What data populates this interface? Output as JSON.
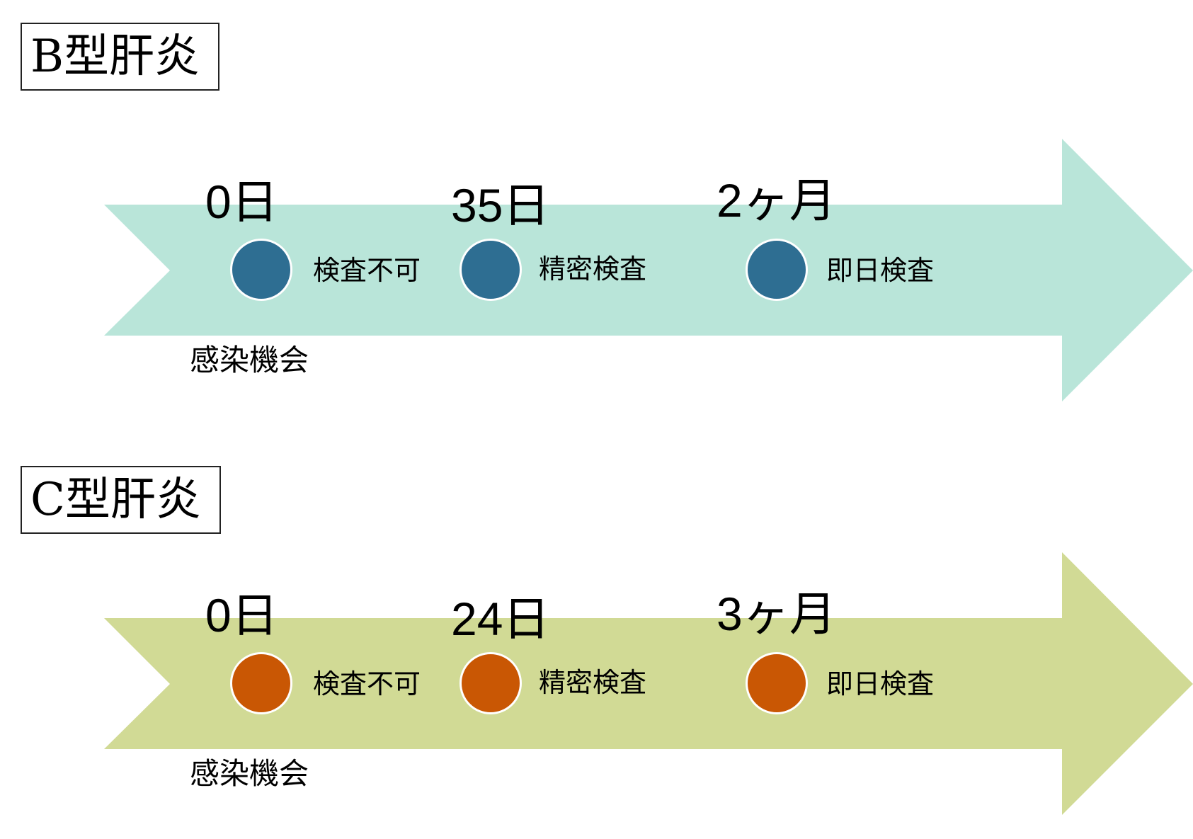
{
  "panels": [
    {
      "title": "B型肝炎",
      "arrow_color": "#b9e5d9",
      "dot_color": "#2e6e92",
      "origin_label": "感染機会",
      "milestones": [
        {
          "day": "0日",
          "label": "検査不可"
        },
        {
          "day": "35日",
          "label": "精密検査"
        },
        {
          "day": "2ヶ月",
          "label": "即日検査"
        }
      ]
    },
    {
      "title": "C型肝炎",
      "arrow_color": "#d1da95",
      "dot_color": "#c95704",
      "origin_label": "感染機会",
      "milestones": [
        {
          "day": "0日",
          "label": "検査不可"
        },
        {
          "day": "24日",
          "label": "精密検査"
        },
        {
          "day": "3ヶ月",
          "label": "即日検査"
        }
      ]
    }
  ]
}
